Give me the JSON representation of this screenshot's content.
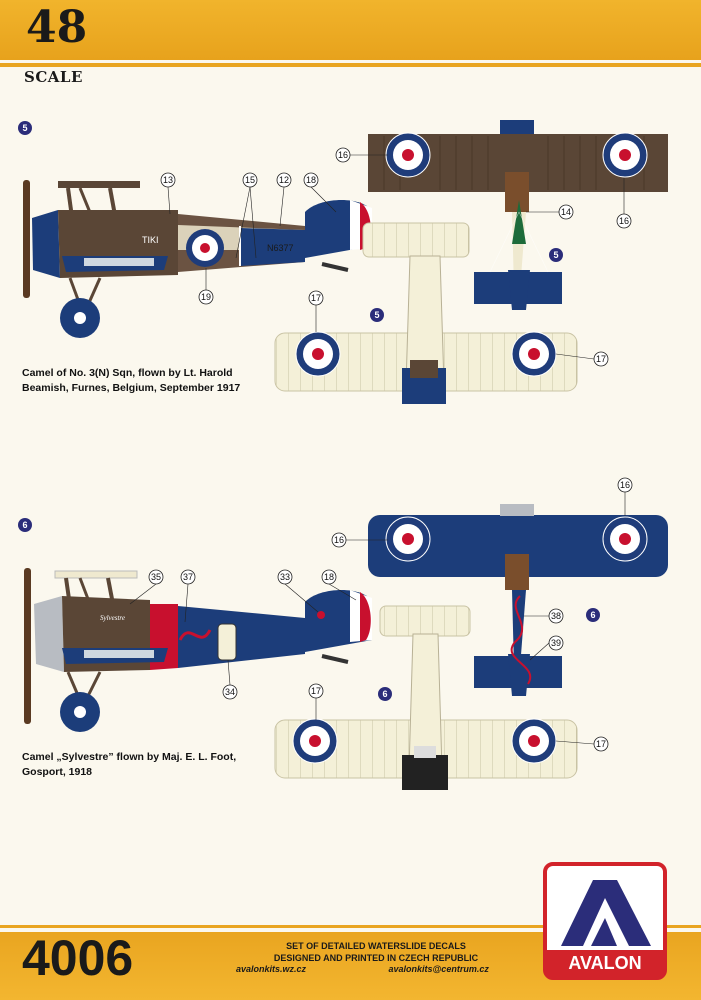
{
  "header": {
    "scale_number": "48",
    "scale_word": "SCALE"
  },
  "profiles": [
    {
      "badge": "5",
      "caption_line1": "Camel of No. 3(N) Sqn, flown by Lt. Harold",
      "caption_line2": "Beamish, Furnes, Belgium, September 1917",
      "fuselage_name": "TIKI",
      "serial": "N6377",
      "callouts": [
        "13",
        "15",
        "12",
        "18",
        "19",
        "16",
        "16",
        "14",
        "17",
        "17"
      ]
    },
    {
      "badge": "6",
      "caption_line1": "Camel „Sylvestre” flown by Maj. E. L. Foot,",
      "caption_line2": "Gosport, 1918",
      "fuselage_name": "Sylvestre",
      "callouts": [
        "35",
        "37",
        "33",
        "18",
        "34",
        "16",
        "16",
        "38",
        "39",
        "17",
        "17"
      ]
    }
  ],
  "footer": {
    "code": "4006",
    "line1": "SET OF DETAILED WATERSLIDE DECALS",
    "line2": "DESIGNED AND PRINTED IN CZECH REPUBLIC",
    "website": "avalonkits.wz.cz",
    "email": "avalonkits@centrum.cz",
    "brand": "AVALON"
  },
  "colors": {
    "band": "#e9a520",
    "roundel_blue": "#1f3c7a",
    "roundel_red": "#c8102e",
    "pc10_brown": "#5a4636",
    "navy_blue": "#1c3d7a",
    "linen": "#f4f0d8",
    "brand_red": "#d2232a",
    "brand_blue": "#2b2d7a"
  }
}
